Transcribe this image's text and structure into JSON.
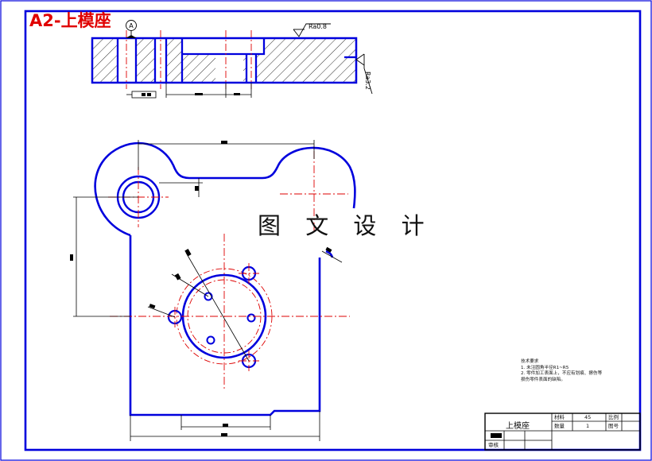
{
  "sheet": {
    "title": "A2-上模座",
    "watermark": "图 文 设 计"
  },
  "surface_finish": {
    "top": "Ra0.8",
    "right": "Ra3.2"
  },
  "datum": {
    "label": "A"
  },
  "tech_notes": {
    "heading": "技术要求",
    "lines": [
      "1. 未注圆角半径R1~R5",
      "2. 零件加工表面上，不应有划痕、擦伤等",
      "损伤零件表面的缺陷。"
    ]
  },
  "title_block": {
    "part_name": "上模座",
    "material_label": "材料",
    "material_value": "45",
    "scale_label": "比例",
    "quantity_label": "数量",
    "quantity_value": "1",
    "drawing_no_label": "图号",
    "reviewer_label": "审核"
  },
  "colors": {
    "outline": "#0000dd",
    "center": "#dd0000",
    "dim": "#000000",
    "title": "#e00000"
  }
}
